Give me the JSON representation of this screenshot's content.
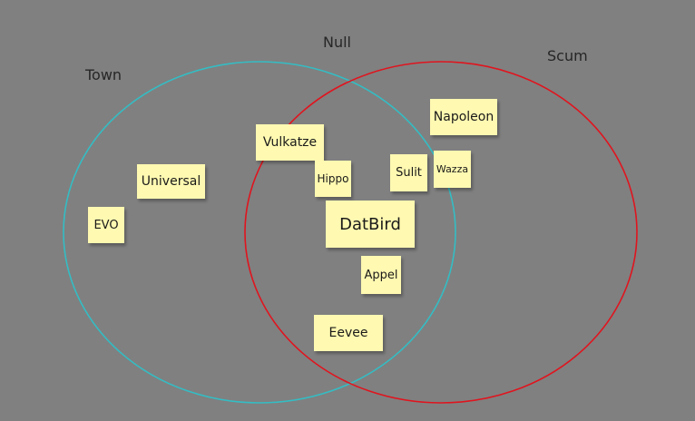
{
  "sets": [
    {
      "label": "Town",
      "color": "#33bdc4"
    },
    {
      "label": "Scum",
      "color": "#e0141e"
    }
  ],
  "overlap_label": "Null",
  "note_color": "#fff9b1",
  "notes": [
    {
      "text": "Universal"
    },
    {
      "text": "EVO"
    },
    {
      "text": "Vulkatze"
    },
    {
      "text": "Hippo"
    },
    {
      "text": "DatBird"
    },
    {
      "text": "Appel"
    },
    {
      "text": "Eevee"
    },
    {
      "text": "Sulit"
    },
    {
      "text": "Napoleon"
    },
    {
      "text": "Wazza"
    }
  ]
}
